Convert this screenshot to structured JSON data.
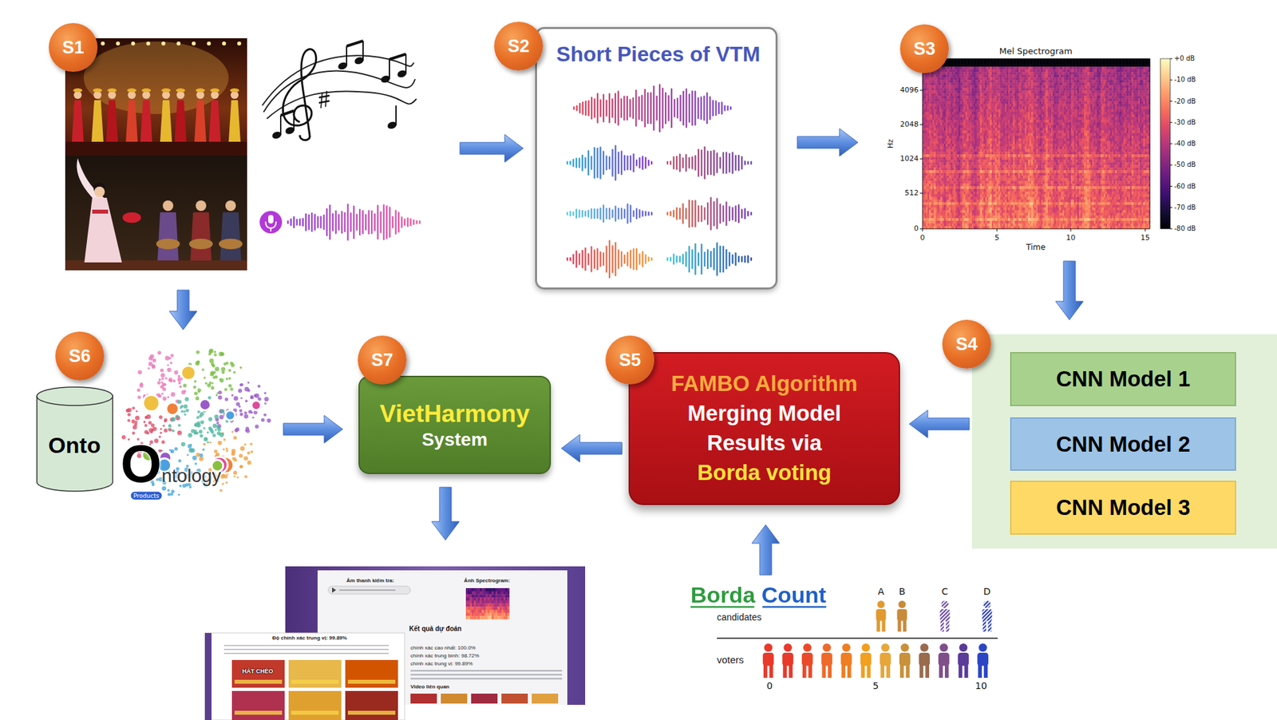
{
  "diagram": {
    "nodes": [
      {
        "text": [
          "S1"
        ]
      },
      {
        "text": [
          "S2",
          "Short Pieces of VTM"
        ]
      },
      {
        "text": [
          "S3",
          "Mel Spectrogram"
        ]
      },
      {
        "text": [
          "S6",
          "Onto"
        ]
      },
      {
        "text": [
          "S7",
          "VietHarmony",
          "System"
        ]
      },
      {
        "text": [
          "S5",
          "FAMBO Algorithm",
          "Merging Model Results via",
          "Borda voting"
        ]
      },
      {
        "text": [
          "S4"
        ]
      },
      {
        "text": [
          "CNN Model 1"
        ],
        "in": 6
      },
      {
        "text": [
          "CNN Model 2"
        ],
        "in": 6
      },
      {
        "text": [
          "CNN Model 3"
        ],
        "in": 6
      },
      {
        "text": [
          "Âm thanh kiểm tra:",
          "Ảnh Spectrogram:",
          "Độ chính xác trung vị: 99.89%",
          "Kết quả dự đoán",
          "chính xác cao nhất: 100.0%",
          "chính xác trung bình: 98.72%",
          "chính xác trung vị: 99.89%",
          "Video liên quan",
          "HÁT CHÈO"
        ]
      },
      {
        "text": [
          "Borda Count",
          "candidates",
          "voters"
        ]
      }
    ],
    "edges": [
      {
        "from": 0,
        "to": 1,
        "arrow": "to"
      },
      {
        "from": 1,
        "to": 2,
        "arrow": "to"
      },
      {
        "from": 2,
        "to": 6,
        "arrow": "to"
      },
      {
        "from": 6,
        "to": 5,
        "arrow": "to"
      },
      {
        "from": 5,
        "to": 4,
        "arrow": "to"
      },
      {
        "from": 0,
        "to": 3,
        "arrow": "to"
      },
      {
        "from": 3,
        "to": 4,
        "arrow": "to"
      },
      {
        "from": 4,
        "to": 10,
        "arrow": "to"
      },
      {
        "from": 11,
        "to": 5,
        "arrow": "to"
      }
    ],
    "labels": [
      "4096",
      "2048",
      "1024",
      "512",
      "0",
      "Hz",
      "0",
      "5",
      "10",
      "15",
      "Time",
      "+0 dB",
      "-10 dB",
      "-20 dB",
      "-30 dB",
      "-40 dB",
      "-50 dB",
      "-60 dB",
      "-70 dB",
      "-80 dB",
      "Ontology",
      "Products",
      "A",
      "B",
      "C",
      "D",
      "0",
      "5",
      "10"
    ]
  }
}
